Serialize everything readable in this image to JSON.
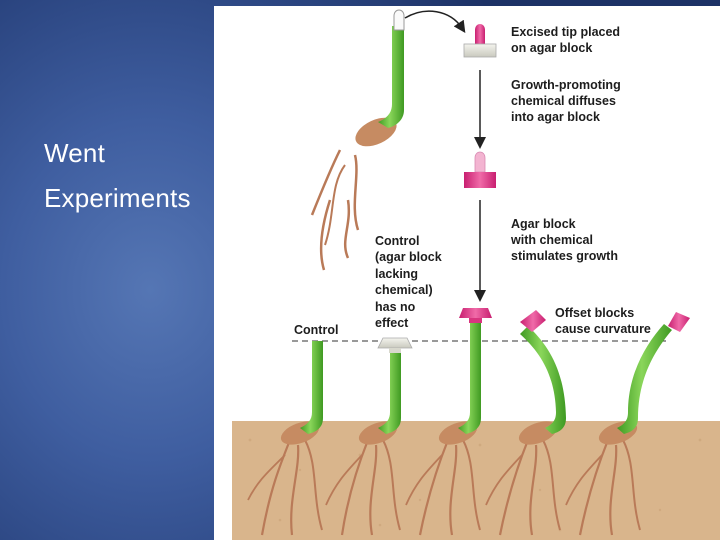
{
  "slide": {
    "title_line1": "Went",
    "title_line2": "Experiments",
    "background_color": "#3f5ea0"
  },
  "figure": {
    "steps": {
      "excised": {
        "line1": "Excised tip placed",
        "line2": "on agar block"
      },
      "diffuse": {
        "line1": "Growth-promoting",
        "line2": "chemical diffuses",
        "line3": "into agar block"
      },
      "stimulate": {
        "line1": "Agar block",
        "line2": "with chemical",
        "line3": "stimulates growth"
      },
      "offset": {
        "line1": "Offset blocks",
        "line2": "cause curvature"
      },
      "control_block": {
        "line1": "Control",
        "line2": "(agar block",
        "line3": "lacking",
        "line4": "chemical)",
        "line5": "has no",
        "line6": "effect"
      },
      "control": {
        "label": "Control"
      }
    },
    "colors": {
      "stem": "#6bbf3a",
      "agar_with_chemical": "#e0388a",
      "agar_plain": "#e6e6dc",
      "soil": "#d9b58c",
      "roots": "#b97a58"
    }
  }
}
